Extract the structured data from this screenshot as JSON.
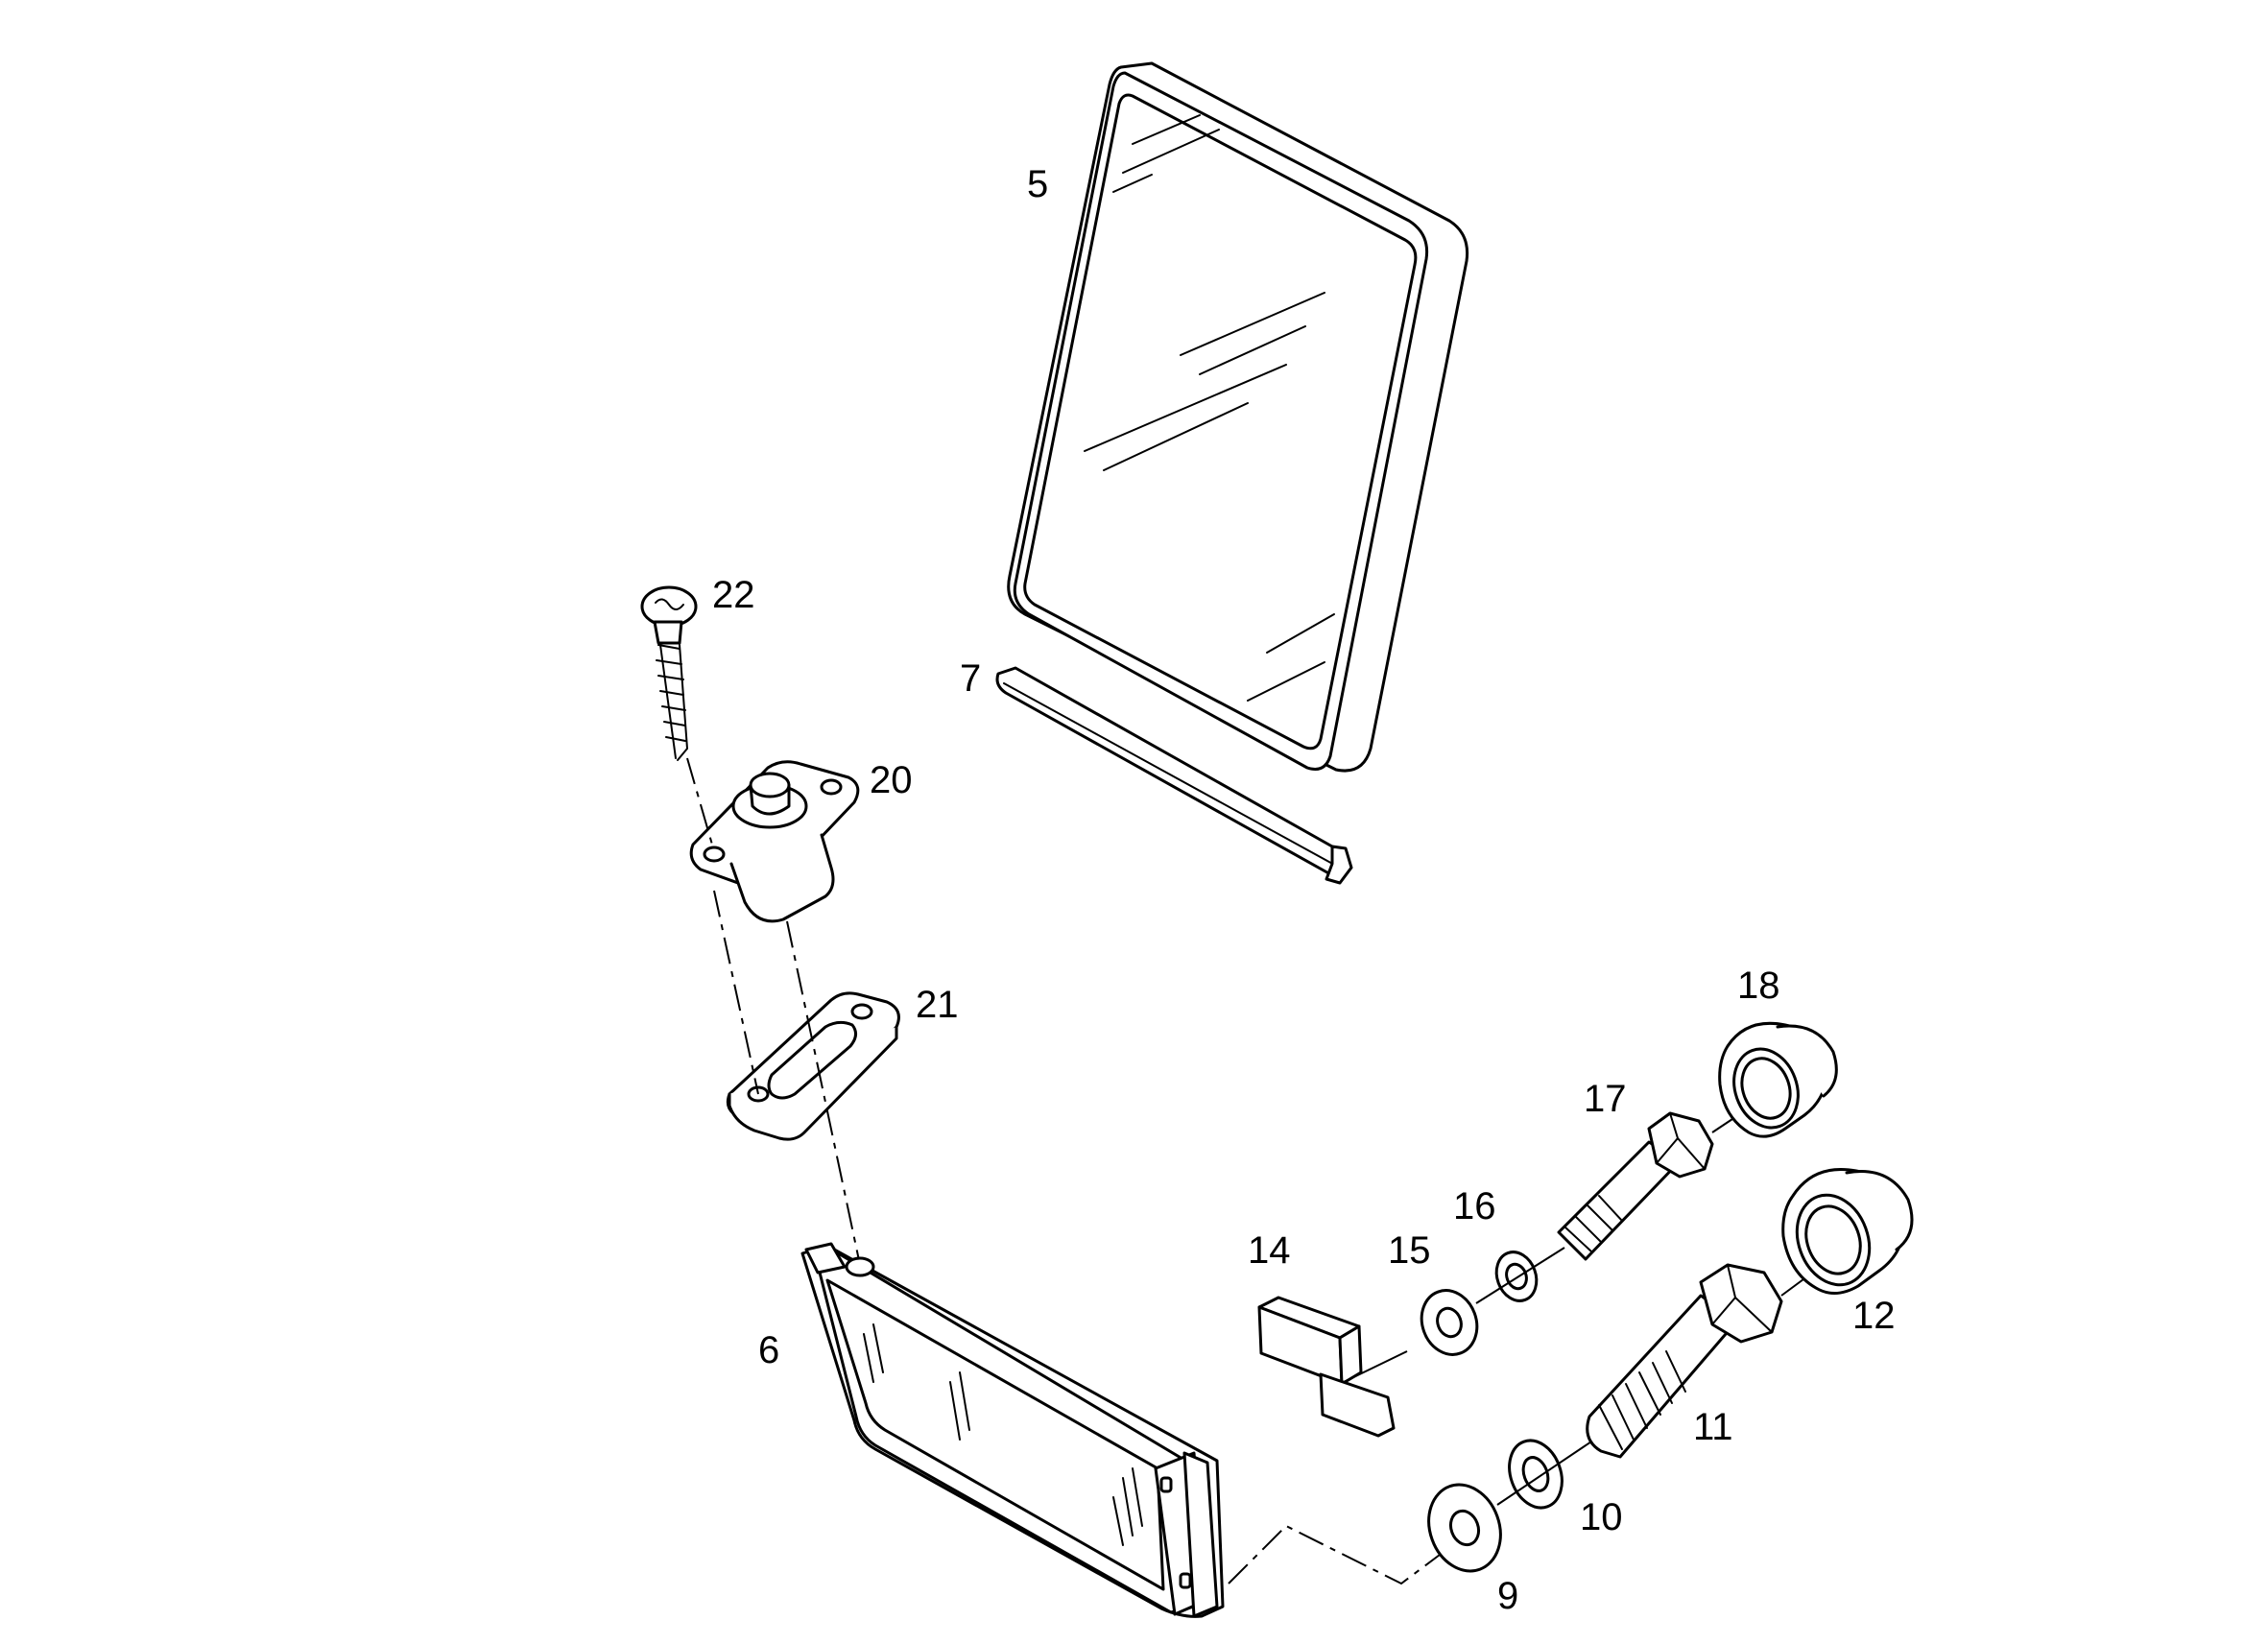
{
  "diagram": {
    "callouts": {
      "c5": "5",
      "c7": "7",
      "c22": "22",
      "c20": "20",
      "c21": "21",
      "c18": "18",
      "c17": "17",
      "c16": "16",
      "c15": "15",
      "c14": "14",
      "c12": "12",
      "c11": "11",
      "c10": "10",
      "c9": "9",
      "c6": "6"
    }
  }
}
